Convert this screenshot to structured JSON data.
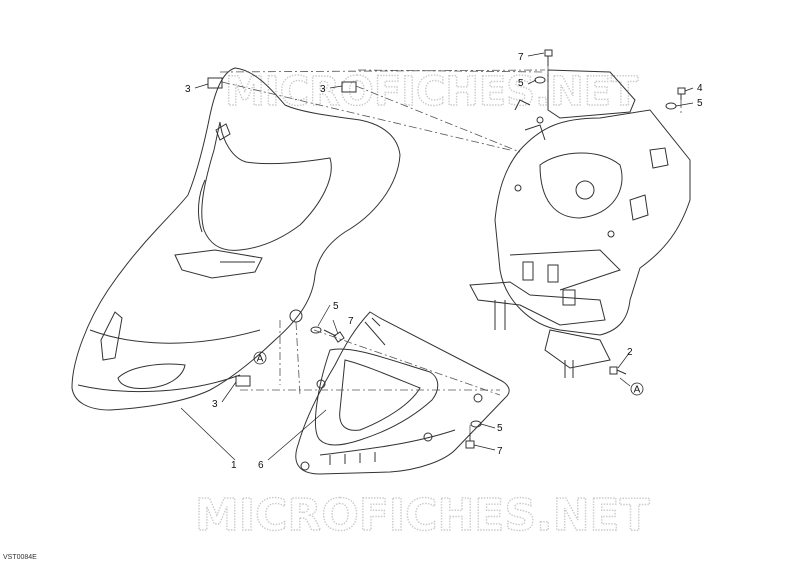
{
  "callouts": {
    "c1": "1",
    "c2": "2",
    "c3a": "3",
    "c3b": "3",
    "c3c": "3",
    "c4": "4",
    "c5a": "5",
    "c5b": "5",
    "c5c": "5",
    "c5d": "5",
    "c6": "6",
    "c7a": "7",
    "c7b": "7",
    "c7c": "7"
  },
  "markers": {
    "a_left": "A",
    "a_right": "A"
  },
  "watermark": {
    "top": "MICROFICHES.NET",
    "bottom": "MICROFICHES.NET"
  },
  "drawing_code": "VST0084E"
}
